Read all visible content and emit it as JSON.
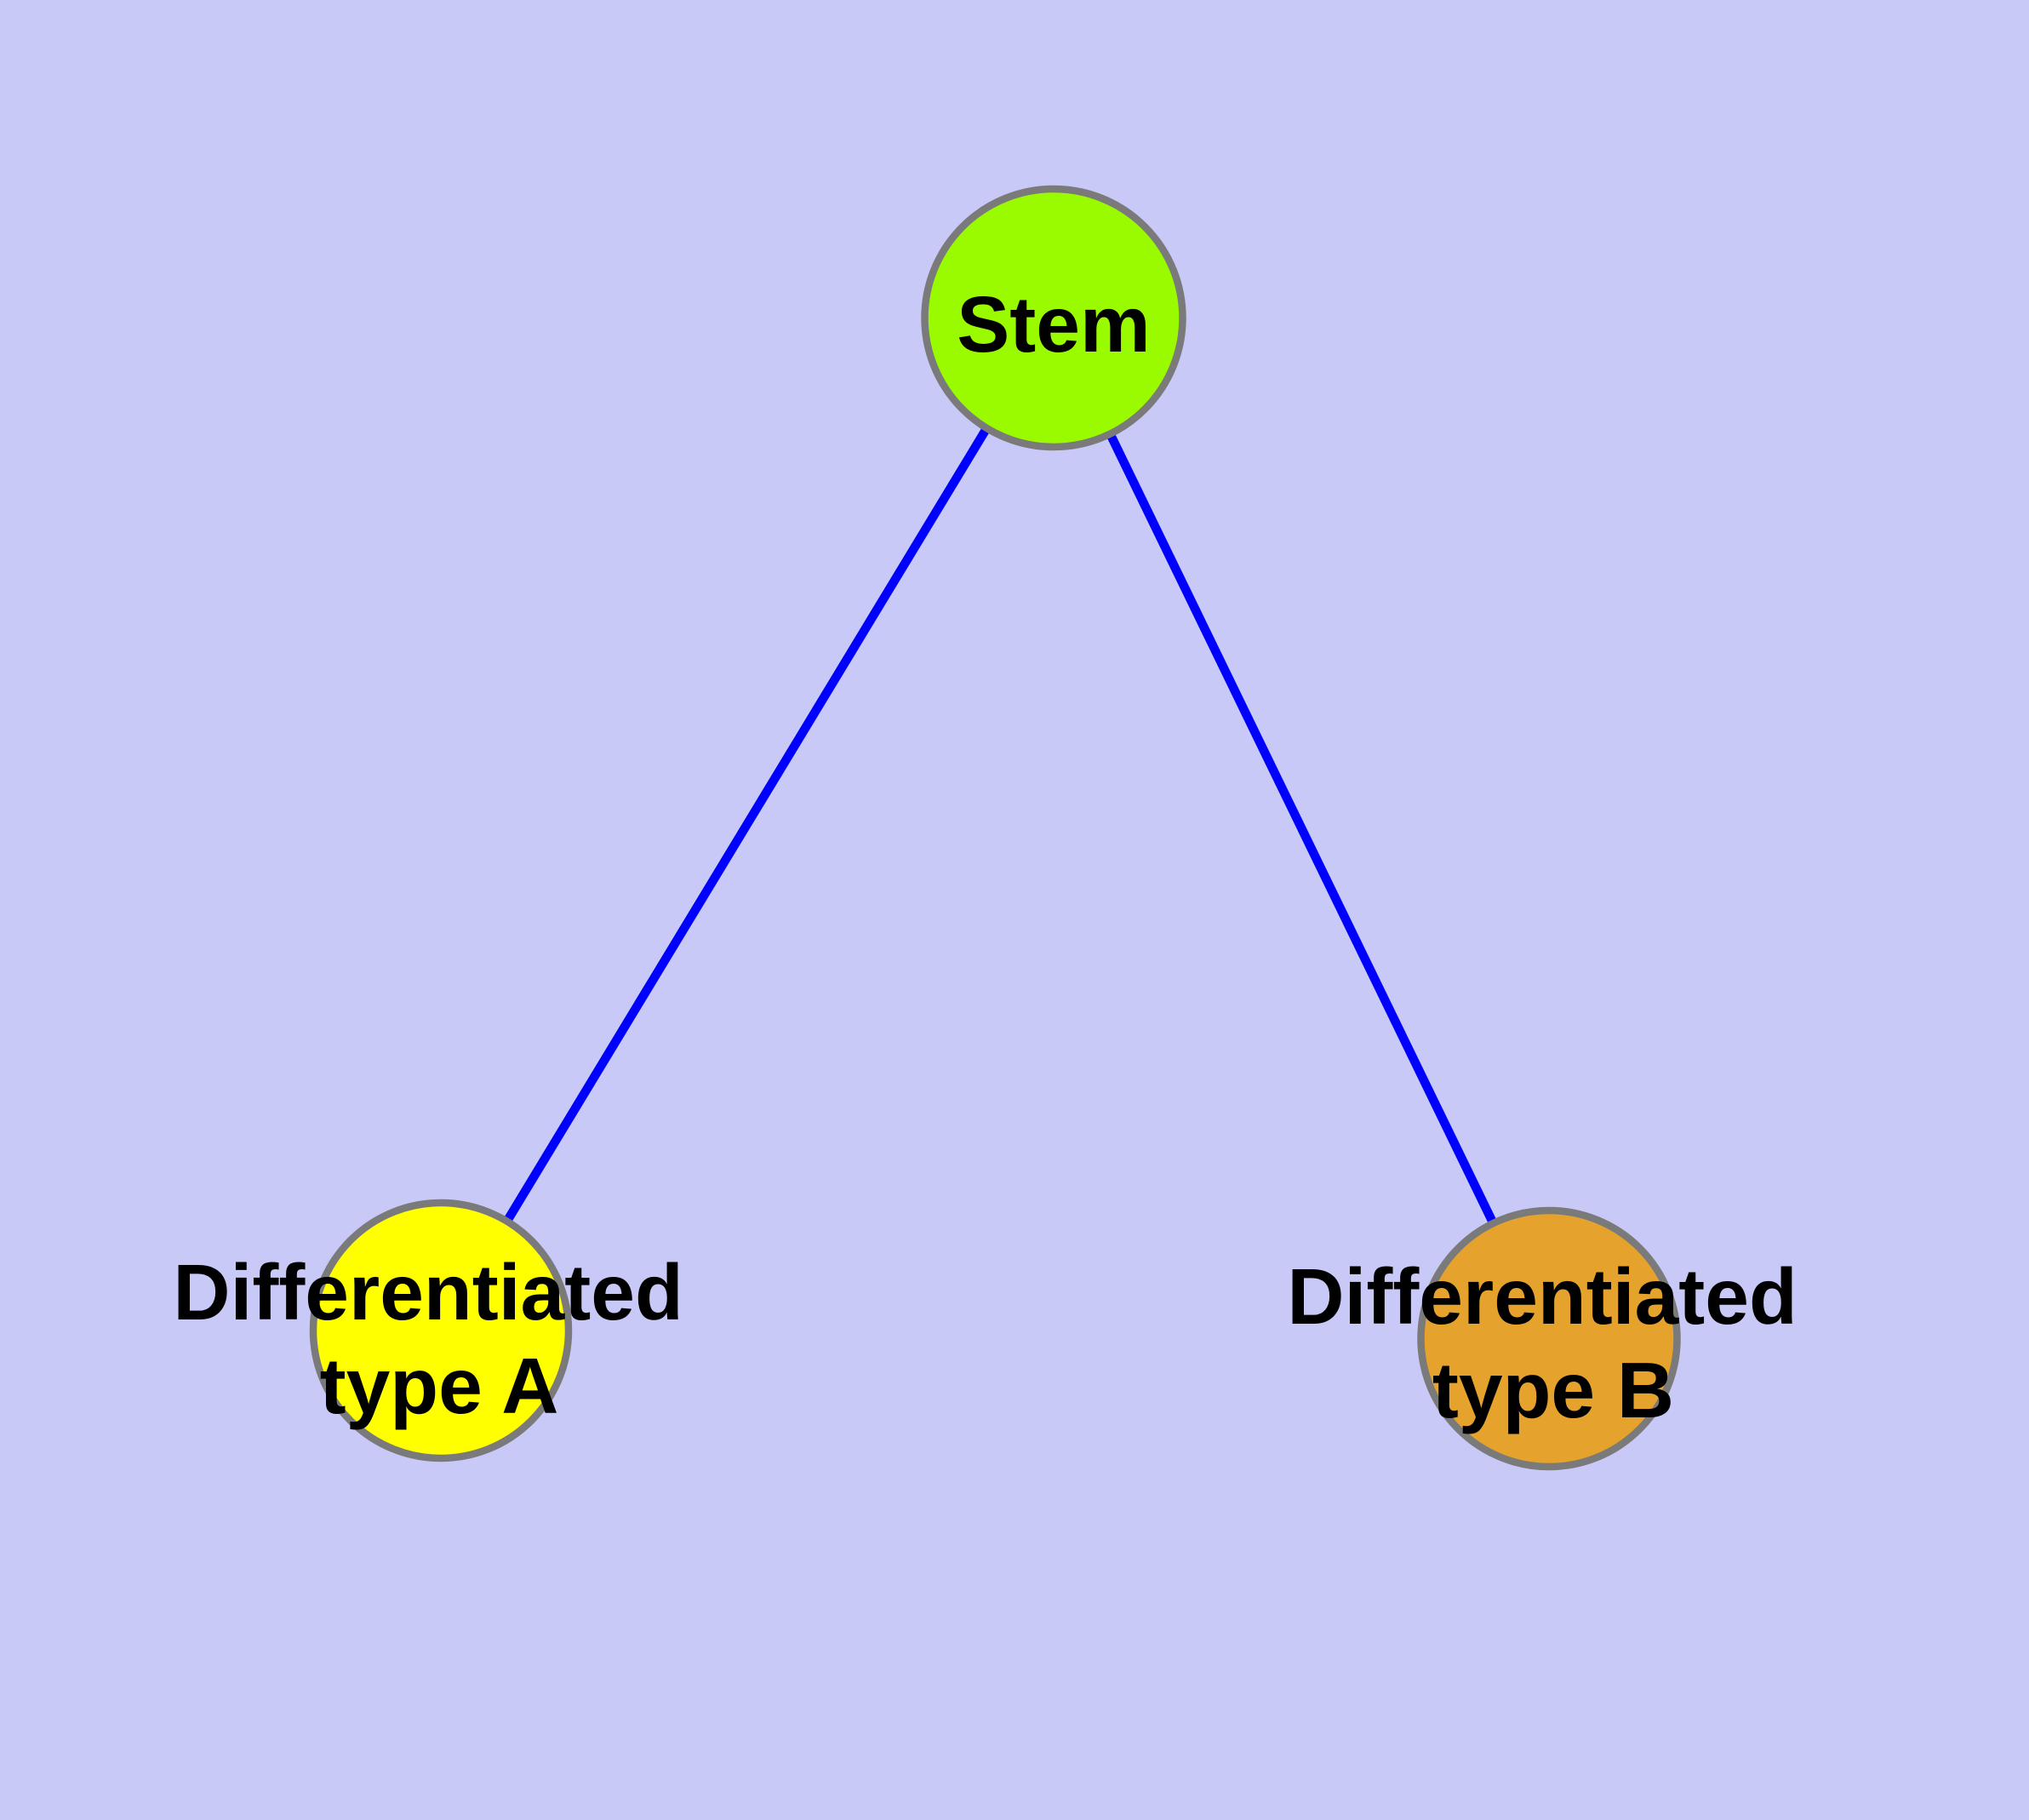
{
  "diagram": {
    "type": "node-link-graph",
    "background_color": "#C9C9F8",
    "edge_color": "#0000FE",
    "node_border_color": "#7A7A7A",
    "label_color": "#000000",
    "nodes": [
      {
        "id": "stem",
        "label": "Stem",
        "lines": [
          "Stem"
        ],
        "color": "#9AFA00"
      },
      {
        "id": "differentiated-type-a",
        "label": "Differentiated type A",
        "lines": [
          "Differentiated",
          "type A"
        ],
        "color": "#FFFF00"
      },
      {
        "id": "differentiated-type-b",
        "label": "Differentiated type B",
        "lines": [
          "Differentiated",
          "type B"
        ],
        "color": "#E5A32D"
      }
    ],
    "edges": [
      {
        "from": "Stem",
        "to": "Differentiated type A"
      },
      {
        "from": "Stem",
        "to": "Differentiated type B"
      }
    ]
  }
}
